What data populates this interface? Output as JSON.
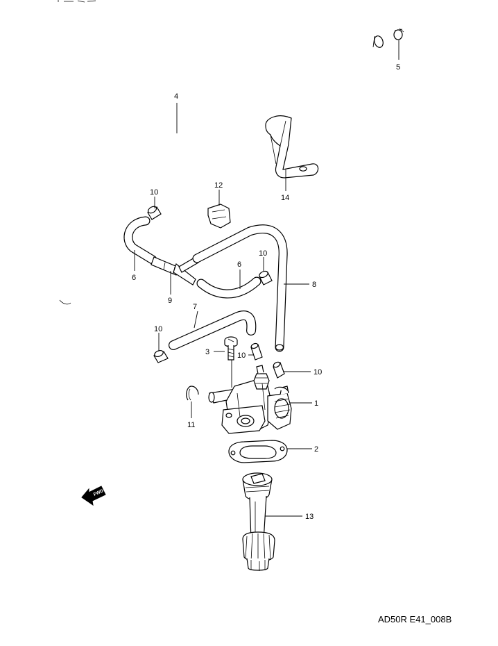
{
  "diagram_code": "AD50R E41_008B",
  "fwd_label": "FWD",
  "callouts": {
    "p1": "1",
    "p2": "2",
    "p3": "3",
    "p4": "4",
    "p5": "5",
    "p6a": "6",
    "p6b": "6",
    "p7": "7",
    "p8": "8",
    "p9": "9",
    "p10a": "10",
    "p10b": "10",
    "p10c": "10",
    "p10d": "10",
    "p10e": "10",
    "p11": "11",
    "p12": "12",
    "p13": "13",
    "p14": "14"
  }
}
